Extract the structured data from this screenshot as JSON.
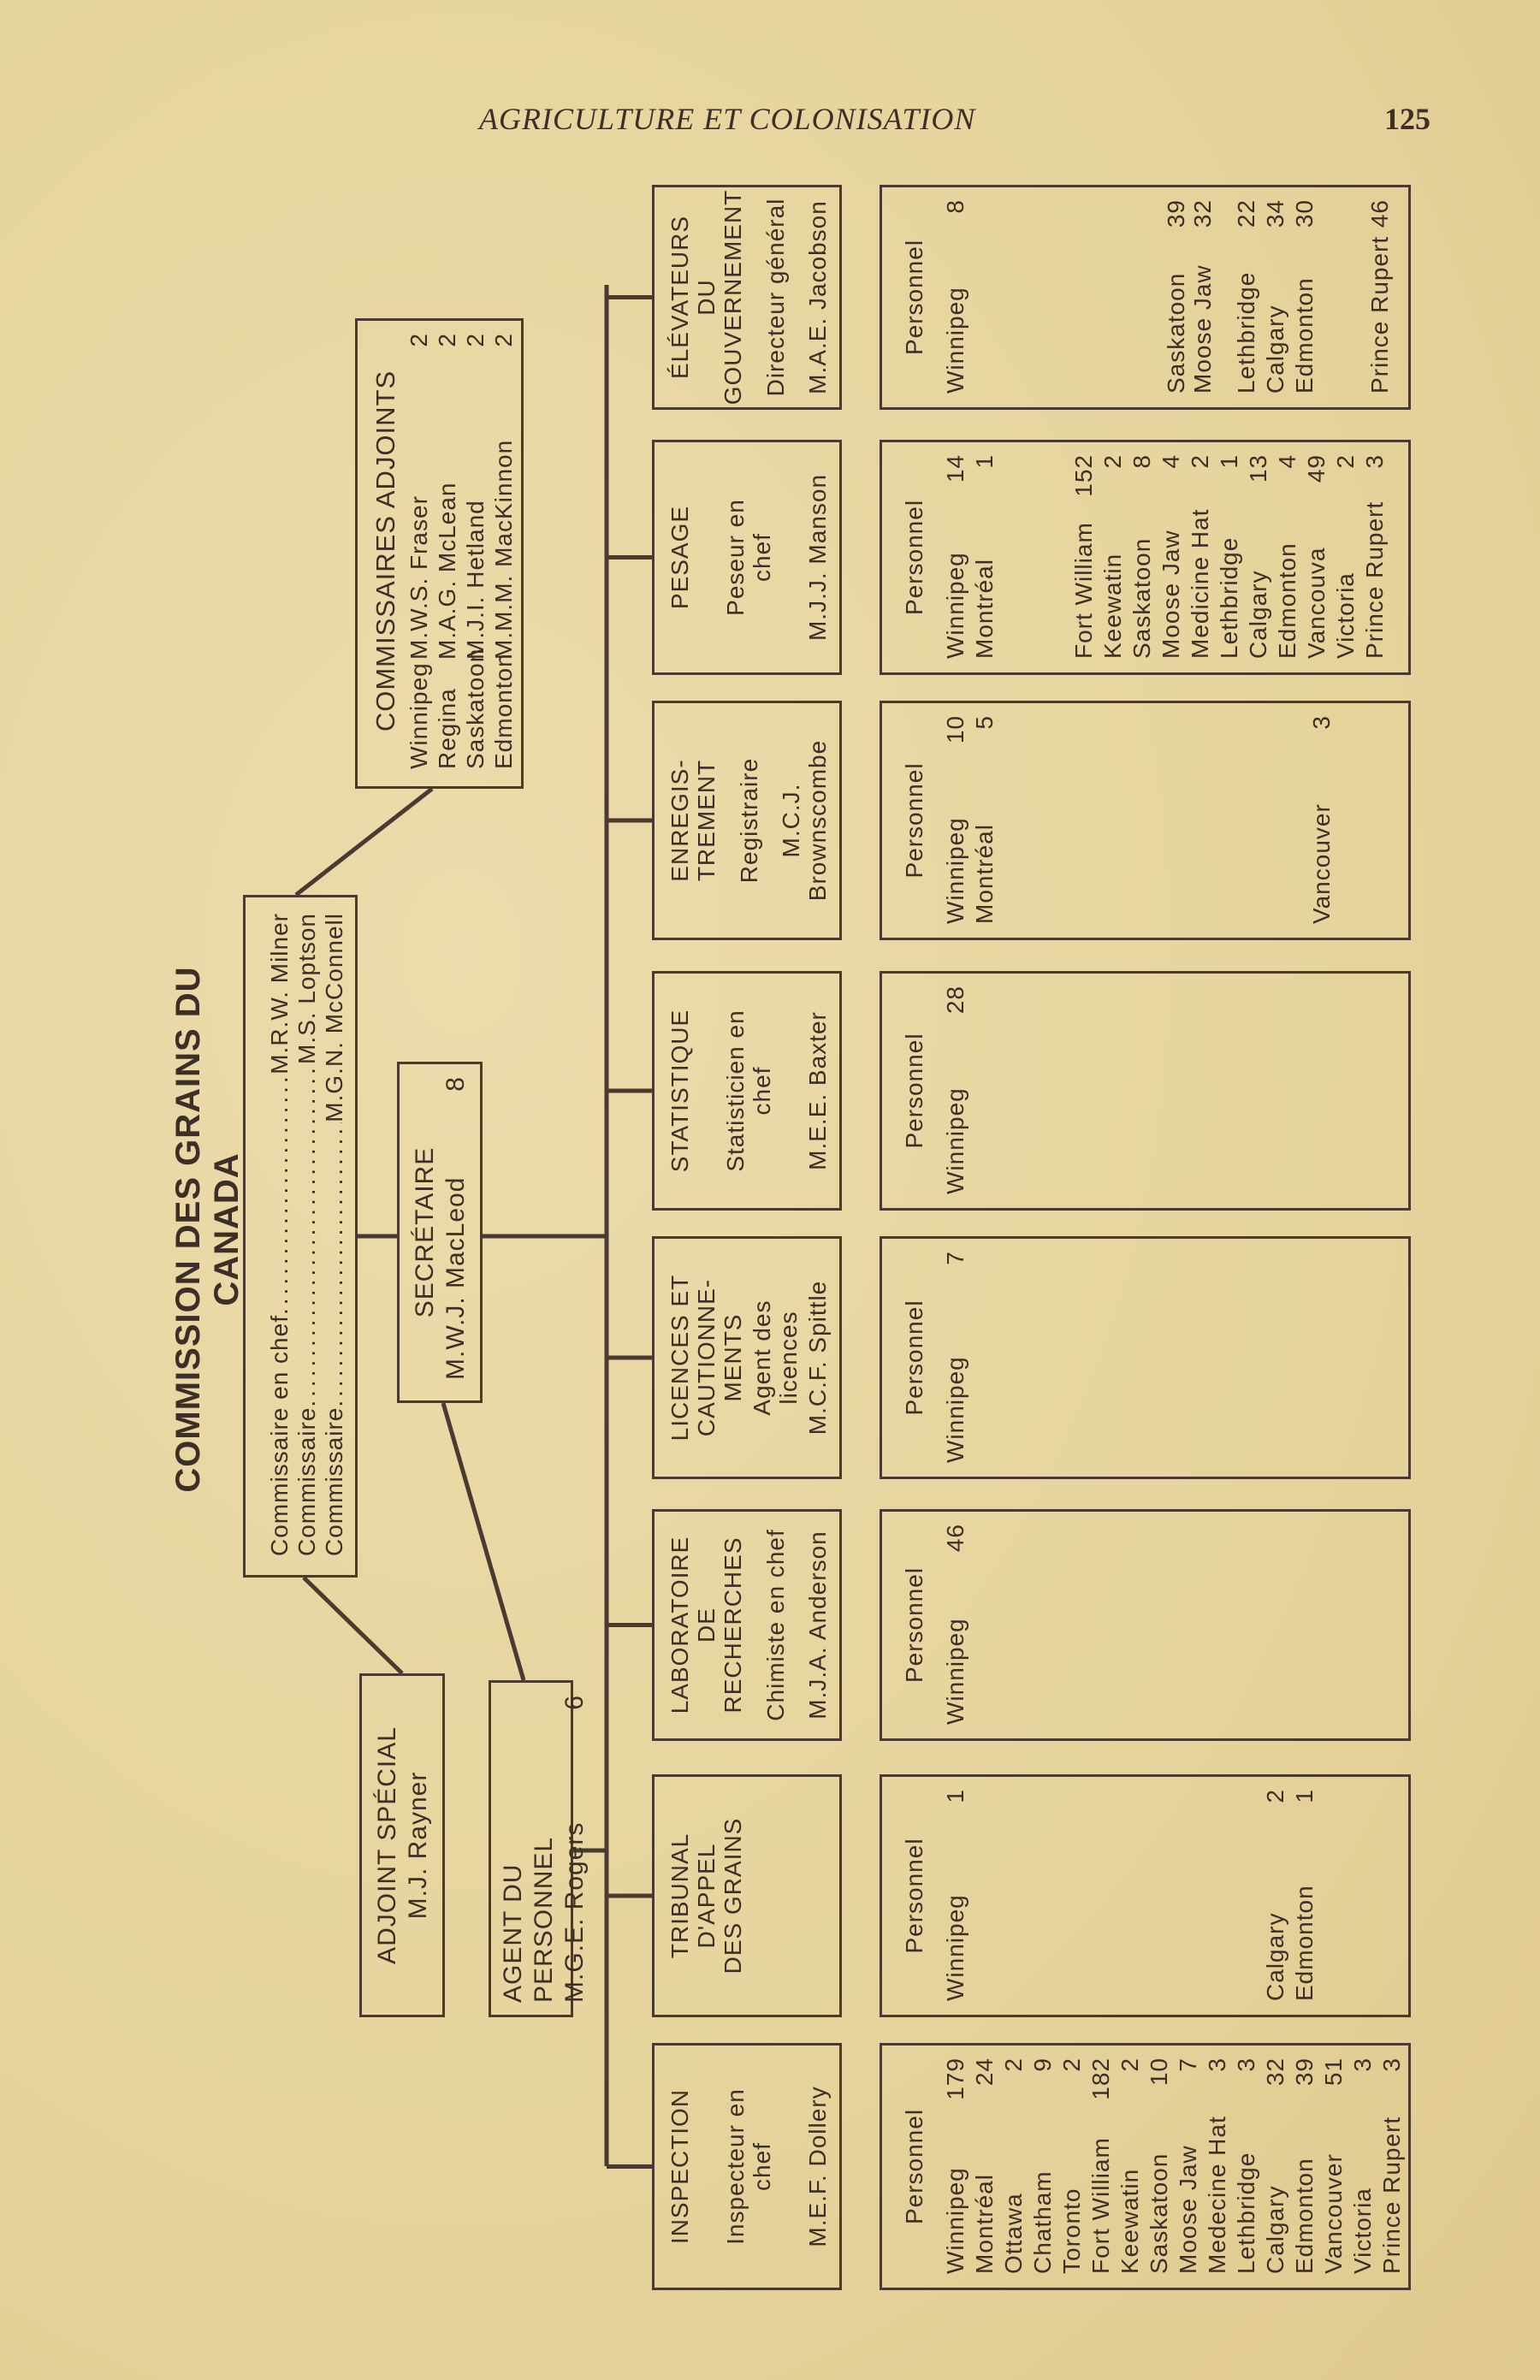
{
  "running_head": "AGRICULTURE ET COLONISATION",
  "page_number": "125",
  "title": "COMMISSION DES GRAINS DU CANADA",
  "commissioners": [
    {
      "role": "Commissaire en chef",
      "name": "M.R.W. Milner"
    },
    {
      "role": "Commissaire",
      "name": "M.S. Loptson"
    },
    {
      "role": "Commissaire",
      "name": "M.G.N. McConnell"
    }
  ],
  "assistant_commissioners": {
    "heading": "COMMISSAIRES ADJOINTS",
    "rows": [
      {
        "city": "Winnipeg",
        "name": "M.W.S. Fraser",
        "count": "2"
      },
      {
        "city": "Regina",
        "name": "M.A.G. McLean",
        "count": "2"
      },
      {
        "city": "Saskatoon",
        "name": "M.J.I. Hetland",
        "count": "2"
      },
      {
        "city": "Edmonton",
        "name": "M.M.M. MacKinnon",
        "count": "2"
      }
    ]
  },
  "special_assistant": {
    "heading": "ADJOINT SPÉCIAL",
    "name": "M.J. Rayner"
  },
  "secretary": {
    "heading": "SECRÉTAIRE",
    "name": "M.W.J. MacLeod",
    "count": "8"
  },
  "personnel_officer": {
    "heading": "AGENT DU PERSONNEL",
    "name": "M.G.E. Rogers",
    "count": "6"
  },
  "personnel_label": "Personnel",
  "departments": [
    {
      "title": [
        "INSPECTION"
      ],
      "role": [
        "Inspecteur en",
        "chef"
      ],
      "name": [
        "M.E.F. Dollery"
      ],
      "staff": [
        [
          "Winnipeg",
          "179"
        ],
        [
          "Montréal",
          "24"
        ],
        [
          "Ottawa",
          "2"
        ],
        [
          "Chatham",
          "9"
        ],
        [
          "Toronto",
          "2"
        ],
        [
          "Fort William",
          "182"
        ],
        [
          "Keewatin",
          "2"
        ],
        [
          "Saskatoon",
          "10"
        ],
        [
          "Moose Jaw",
          "7"
        ],
        [
          "Medecine Hat",
          "3"
        ],
        [
          "Lethbridge",
          "3"
        ],
        [
          "Calgary",
          "32"
        ],
        [
          "Edmonton",
          "39"
        ],
        [
          "Vancouver",
          "51"
        ],
        [
          "Victoria",
          "3"
        ],
        [
          "Prince Rupert",
          "3"
        ]
      ]
    },
    {
      "title": [
        "TRIBUNAL",
        "D'APPEL",
        "DES GRAINS"
      ],
      "role": [],
      "name": [],
      "staff": [
        [
          "Winnipeg",
          "1"
        ],
        [
          "Calgary",
          "2"
        ],
        [
          "Edmonton",
          "1"
        ]
      ]
    },
    {
      "title": [
        "LABORATOIRE",
        "DE",
        "RECHERCHES"
      ],
      "role": [
        "Chimiste en chef"
      ],
      "name": [
        "M.J.A. Anderson"
      ],
      "staff": [
        [
          "Winnipeg",
          "46"
        ]
      ]
    },
    {
      "title": [
        "LICENCES ET",
        "CAUTIONNE-",
        "MENTS"
      ],
      "role": [
        "Agent des",
        "licences"
      ],
      "name": [
        "M.C.F. Spittle"
      ],
      "staff": [
        [
          "Winnipeg",
          "7"
        ]
      ]
    },
    {
      "title": [
        "STATISTIQUE"
      ],
      "role": [
        "Statisticien en",
        "chef"
      ],
      "name": [
        "M.E.E. Baxter"
      ],
      "staff": [
        [
          "Winnipeg",
          "28"
        ]
      ]
    },
    {
      "title": [
        "ENREGIS-",
        "TREMENT"
      ],
      "role": [
        "Registraire"
      ],
      "name": [
        "M.C.J.",
        "Brownscombe"
      ],
      "staff": [
        [
          "Winnipeg",
          "10"
        ],
        [
          "Montréal",
          "5"
        ],
        [
          "Vancouver",
          "3"
        ]
      ]
    },
    {
      "title": [
        "PESAGE"
      ],
      "role": [
        "Peseur en",
        "chef"
      ],
      "name": [
        "M.J.J. Manson"
      ],
      "staff": [
        [
          "Winnipeg",
          "14"
        ],
        [
          "Montréal",
          "1"
        ],
        [
          "Fort William",
          "152"
        ],
        [
          "Keewatin",
          "2"
        ],
        [
          "Saskatoon",
          "8"
        ],
        [
          "Moose Jaw",
          "4"
        ],
        [
          "Medicine Hat",
          "2"
        ],
        [
          "Lethbridge",
          "1"
        ],
        [
          "Calgary",
          "13"
        ],
        [
          "Edmonton",
          "4"
        ],
        [
          "Vancouvа",
          "49"
        ],
        [
          "Victoria",
          "2"
        ],
        [
          "Prince Rupert",
          "3"
        ]
      ]
    },
    {
      "title": [
        "ÉLÉVATEURS",
        "DU",
        "GOUVERNEMENT"
      ],
      "role": [
        "Directeur général"
      ],
      "name": [
        "M.A.E. Jacobson"
      ],
      "staff": [
        [
          "Winnipeg",
          "8"
        ],
        [
          "Saskatoon",
          "39"
        ],
        [
          "Moose Jaw",
          "32"
        ],
        [
          "Lethbridge",
          "22"
        ],
        [
          "Calgary",
          "34"
        ],
        [
          "Edmonton",
          "30"
        ],
        [
          "Prince Rupert",
          "46"
        ]
      ]
    }
  ],
  "colors": {
    "paper": "#e8d7a4",
    "ink": "#3b2f27"
  }
}
